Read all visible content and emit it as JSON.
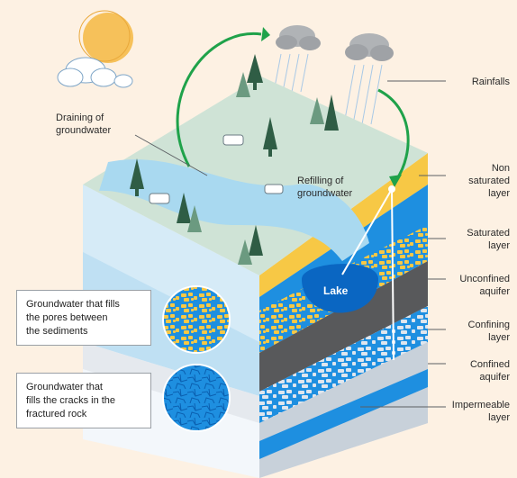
{
  "labels": {
    "rainfalls": "Rainfalls",
    "non_saturated": "Non\nsaturated\nlayer",
    "saturated": "Saturated\nlayer",
    "unconfined": "Unconfined\naquifer",
    "confining": "Confining\nlayer",
    "confined": "Confined\naquifer",
    "impermeable": "Impermeable\nlayer",
    "draining": "Draining of\ngroundwater",
    "refilling": "Refilling of\ngroundwater",
    "lake": "Lake"
  },
  "callouts": {
    "pores": "Groundwater that fills\nthe pores between\nthe sediments",
    "cracks": "Groundwater that\nfills the cracks in the\nfractured rock"
  },
  "colors": {
    "background": "#fdf1e3",
    "grass": "#cfe3d6",
    "river": "#a9d9f0",
    "water_blue": "#1e8fe0",
    "deep_blue": "#0a66c2",
    "sand_yellow": "#f7c845",
    "dark_gray": "#58595b",
    "arrow_green": "#1fa24a",
    "sun": "#f6c15a"
  }
}
